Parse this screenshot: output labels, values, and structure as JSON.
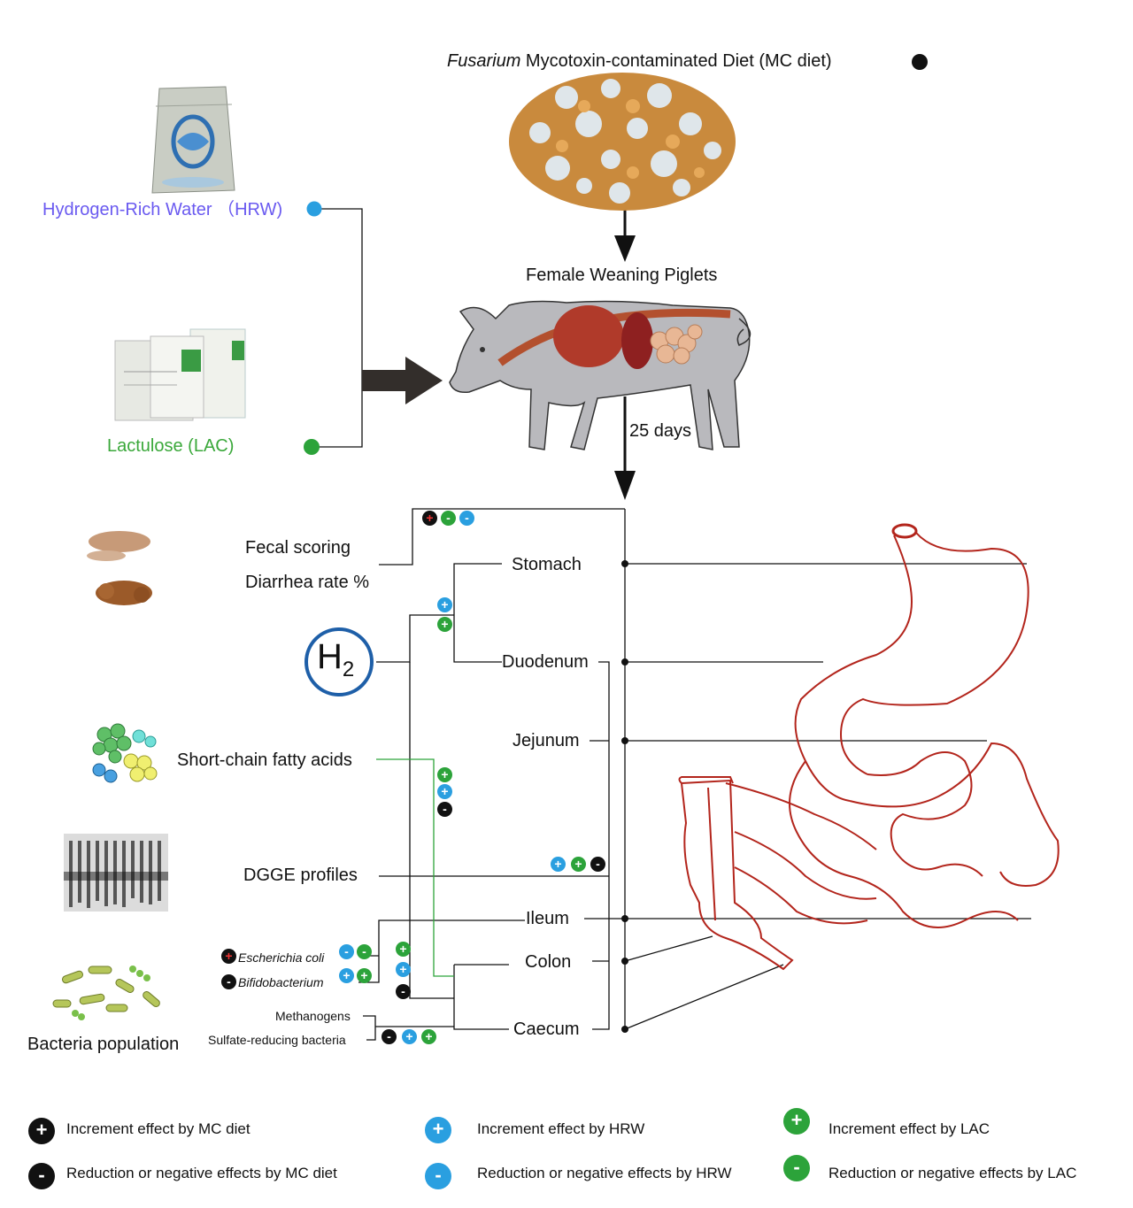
{
  "header": {
    "diet_prefix": "Fusarium",
    "diet_rest": " Mycotoxin-contaminated Diet (MC diet)"
  },
  "treatments": {
    "hrw": "Hydrogen-Rich Water （HRW)",
    "lac": "Lactulose (LAC)"
  },
  "subject": "Female Weaning Piglets",
  "duration": "25 days",
  "outcomes": {
    "fecal_scoring": "Fecal scoring",
    "diarrhea_rate": "Diarrhea rate %",
    "h2_main": "H",
    "h2_sub": "2",
    "scfa": "Short-chain fatty acids",
    "dgge": "DGGE profiles",
    "bacteria_population": "Bacteria population",
    "ecoli": "Escherichia coli",
    "bifido": "Bifidobacterium",
    "methanogens": "Methanogens",
    "srb": "Sulfate-reducing bacteria"
  },
  "gut_segments": {
    "stomach": "Stomach",
    "duodenum": "Duodenum",
    "jejunum": "Jejunum",
    "ileum": "Ileum",
    "colon": "Colon",
    "caecum": "Caecum"
  },
  "legend": {
    "mc_inc": "Increment effect by MC diet",
    "mc_red": "Reduction or negative effects by MC diet",
    "hrw_inc": "Increment effect by HRW",
    "hrw_red": "Reduction or negative effects by HRW",
    "lac_inc": "Increment effect by LAC",
    "lac_red": "Reduction or negative effects by LAC"
  },
  "colors": {
    "hrw": "#2a9fe0",
    "lac": "#2ca33a",
    "mc": "#111111",
    "hrw_text": "#6a5af0",
    "lac_text": "#3aa83a",
    "gut": "#b3251c",
    "h2_ring": "#1e5fa8"
  },
  "icons": {
    "plus": "+",
    "minus": "-"
  }
}
